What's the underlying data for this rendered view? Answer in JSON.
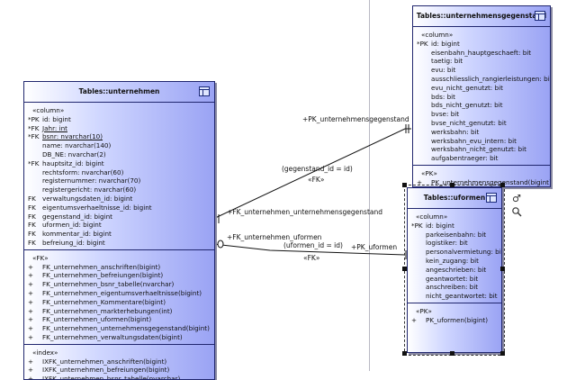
{
  "entities": {
    "unternehmensgegenstand": {
      "title": "Tables::unternehmensgegenstand",
      "sections": [
        {
          "stereotype": "«column»",
          "rows": [
            {
              "k": "*PK",
              "t": "id: bigint",
              "u": false
            },
            {
              "k": "",
              "t": "eisenbahn_hauptgeschaeft: bit",
              "u": false
            },
            {
              "k": "",
              "t": "taetig: bit",
              "u": false
            },
            {
              "k": "",
              "t": "evu: bit",
              "u": false
            },
            {
              "k": "",
              "t": "ausschliesslich_rangierleistungen: bit",
              "u": false
            },
            {
              "k": "",
              "t": "evu_nicht_genutzt: bit",
              "u": false
            },
            {
              "k": "",
              "t": "bds: bit",
              "u": false
            },
            {
              "k": "",
              "t": "bds_nicht_genutzt: bit",
              "u": false
            },
            {
              "k": "",
              "t": "bvse: bit",
              "u": false
            },
            {
              "k": "",
              "t": "bvse_nicht_genutzt: bit",
              "u": false
            },
            {
              "k": "",
              "t": "werksbahn: bit",
              "u": false
            },
            {
              "k": "",
              "t": "werksbahn_evu_intern: bit",
              "u": false
            },
            {
              "k": "",
              "t": "werksbahn_nicht_genutzt: bit",
              "u": false
            },
            {
              "k": "",
              "t": "aufgabentraeger: bit",
              "u": false
            }
          ]
        },
        {
          "stereotype": "«PK»",
          "rows": [
            {
              "k": "+",
              "t": "PK_unternehmensgegenstand(bigint)",
              "u": false
            }
          ]
        }
      ]
    },
    "unternehmen": {
      "title": "Tables::unternehmen",
      "sections": [
        {
          "stereotype": "«column»",
          "rows": [
            {
              "k": "*PK",
              "t": "id: bigint",
              "u": false
            },
            {
              "k": "*FK",
              "t": "Jahr: int",
              "u": true
            },
            {
              "k": "*FK",
              "t": "bsnr: nvarchar(10)",
              "u": true
            },
            {
              "k": "",
              "t": "name: nvarchar(140)",
              "u": false
            },
            {
              "k": "",
              "t": "DB_NE: nvarchar(2)",
              "u": false
            },
            {
              "k": "*FK",
              "t": "hauptsitz_id: bigint",
              "u": false
            },
            {
              "k": "",
              "t": "rechtsform: nvarchar(60)",
              "u": false
            },
            {
              "k": "",
              "t": "registernummer: nvarchar(70)",
              "u": false
            },
            {
              "k": "",
              "t": "registergericht: nvarchar(60)",
              "u": false
            },
            {
              "k": "FK",
              "t": "verwaltungsdaten_id: bigint",
              "u": false
            },
            {
              "k": "FK",
              "t": "eigentumsverhaeltnisse_id: bigint",
              "u": false
            },
            {
              "k": "FK",
              "t": "gegenstand_id: bigint",
              "u": false
            },
            {
              "k": "FK",
              "t": "uformen_id: bigint",
              "u": false
            },
            {
              "k": "FK",
              "t": "kommentar_id: bigint",
              "u": false
            },
            {
              "k": "FK",
              "t": "befreiung_id: bigint",
              "u": false
            }
          ]
        },
        {
          "stereotype": "«FK»",
          "rows": [
            {
              "k": "+",
              "t": "FK_unternehmen_anschriften(bigint)",
              "u": false
            },
            {
              "k": "+",
              "t": "FK_unternehmen_befreiungen(bigint)",
              "u": false
            },
            {
              "k": "+",
              "t": "FK_unternehmen_bsnr_tabelle(nvarchar)",
              "u": false
            },
            {
              "k": "+",
              "t": "FK_unternehmen_eigentumsverhaeltnisse(bigint)",
              "u": false
            },
            {
              "k": "+",
              "t": "FK_unternehmen_Kommentare(bigint)",
              "u": false
            },
            {
              "k": "+",
              "t": "FK_unternehmen_markterhebungen(int)",
              "u": false
            },
            {
              "k": "+",
              "t": "FK_unternehmen_uformen(bigint)",
              "u": false
            },
            {
              "k": "+",
              "t": "FK_unternehmen_unternehmensgegenstand(bigint)",
              "u": false
            },
            {
              "k": "+",
              "t": "FK_unternehmen_verwaltungsdaten(bigint)",
              "u": false
            }
          ]
        },
        {
          "stereotype": "«index»",
          "rows": [
            {
              "k": "+",
              "t": "IXFK_unternehmen_anschriften(bigint)",
              "u": false
            },
            {
              "k": "+",
              "t": "IXFK_unternehmen_befreiungen(bigint)",
              "u": false
            },
            {
              "k": "+",
              "t": "IXFK_unternehmen_bsnr_tabelle(nvarchar)",
              "u": false
            }
          ]
        }
      ]
    },
    "uformen": {
      "title": "Tables::uformen",
      "sections": [
        {
          "stereotype": "«column»",
          "rows": [
            {
              "k": "*PK",
              "t": "id: bigint",
              "u": false
            },
            {
              "k": "",
              "t": "parkeisenbahn: bit",
              "u": false
            },
            {
              "k": "",
              "t": "logistiker: bit",
              "u": false
            },
            {
              "k": "",
              "t": "personalvermietung: bit",
              "u": false
            },
            {
              "k": "",
              "t": "kein_zugang: bit",
              "u": false
            },
            {
              "k": "",
              "t": "angeschrieben: bit",
              "u": false
            },
            {
              "k": "",
              "t": "geantwortet: bit",
              "u": false
            },
            {
              "k": "",
              "t": "anschreiben: bit",
              "u": false
            },
            {
              "k": "",
              "t": "nicht_geantwortet: bit",
              "u": false
            }
          ]
        },
        {
          "stereotype": "«PK»",
          "rows": [
            {
              "k": "+",
              "t": "PK_uformen(bigint)",
              "u": false
            }
          ]
        }
      ]
    }
  },
  "connectors": {
    "gegenstand": {
      "source_role": "+FK_unternehmen_unternehmensgegenstand",
      "target_role": "+PK_unternehmensgegenstand",
      "condition": "(gegenstand_id = id)",
      "stereotype": "«FK»"
    },
    "uformen": {
      "source_role": "+FK_unternehmen_uformen",
      "target_role": "+PK_uformen",
      "condition": "(uformen_id = id)",
      "stereotype": "«FK»"
    }
  },
  "side_tools": {
    "link_icon": "♂",
    "zoom_icon": "search-icon"
  },
  "colors": {
    "border": "#20266e",
    "fill_start": "#ffffff",
    "fill_end": "#9aa3f4",
    "page_break": "#b9b9c4"
  }
}
